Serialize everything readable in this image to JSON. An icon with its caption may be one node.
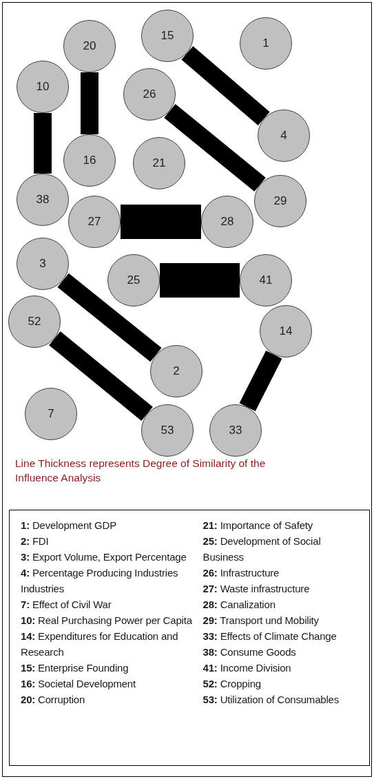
{
  "diagram": {
    "caption": "Line Thickness represents Degree of Similarity of the Influence Analysis",
    "nodes": [
      {
        "text": [
          "15"
        ]
      },
      {
        "text": [
          "20"
        ]
      },
      {
        "text": [
          "1"
        ]
      },
      {
        "text": [
          "10"
        ]
      },
      {
        "text": [
          "26"
        ]
      },
      {
        "text": [
          "4"
        ]
      },
      {
        "text": [
          "16"
        ]
      },
      {
        "text": [
          "21"
        ]
      },
      {
        "text": [
          "38"
        ]
      },
      {
        "text": [
          "29"
        ]
      },
      {
        "text": [
          "27"
        ]
      },
      {
        "text": [
          "28"
        ]
      },
      {
        "text": [
          "3"
        ]
      },
      {
        "text": [
          "25"
        ]
      },
      {
        "text": [
          "41"
        ]
      },
      {
        "text": [
          "52"
        ]
      },
      {
        "text": [
          "14"
        ]
      },
      {
        "text": [
          "2"
        ]
      },
      {
        "text": [
          "7"
        ]
      },
      {
        "text": [
          "53"
        ]
      },
      {
        "text": [
          "33"
        ]
      }
    ],
    "edges": [
      {
        "from": 0,
        "to": 5,
        "arrow": "none"
      },
      {
        "from": 1,
        "to": 6,
        "arrow": "none"
      },
      {
        "from": 3,
        "to": 8,
        "arrow": "none"
      },
      {
        "from": 4,
        "to": 9,
        "arrow": "none"
      },
      {
        "from": 10,
        "to": 11,
        "arrow": "none",
        "style": "thick"
      },
      {
        "from": 13,
        "to": 14,
        "arrow": "none",
        "style": "thick"
      },
      {
        "from": 12,
        "to": 17,
        "arrow": "none"
      },
      {
        "from": 15,
        "to": 19,
        "arrow": "none"
      },
      {
        "from": 16,
        "to": 20,
        "arrow": "none"
      }
    ],
    "labels": [
      "**1:** Development GDP",
      "**2:** FDI",
      "**3:** Export Volume, Export Percentage",
      "**4:** Percentage Producing Industries Industries",
      "**7:** Effect of Civil War",
      "**10:** Real Purchasing Power per Capita",
      "**14:** Expenditures for Education and Research",
      "**15:** Enterprise Founding",
      "**16:** Societal Development",
      "**20:** Corruption",
      "**21:** Importance of Safety",
      "**25:** Development of Social Business",
      "**26:** Infrastructure",
      "**27:** Waste infrastructure",
      "**28:** Canalization",
      "**29:** Transport und Mobility",
      "**33:** Effects of Climate Change",
      "**38:** Consume Goods",
      "**41:** Income Division",
      "**52:** Cropping",
      "**53:** Utilization of Consumables"
    ]
  }
}
